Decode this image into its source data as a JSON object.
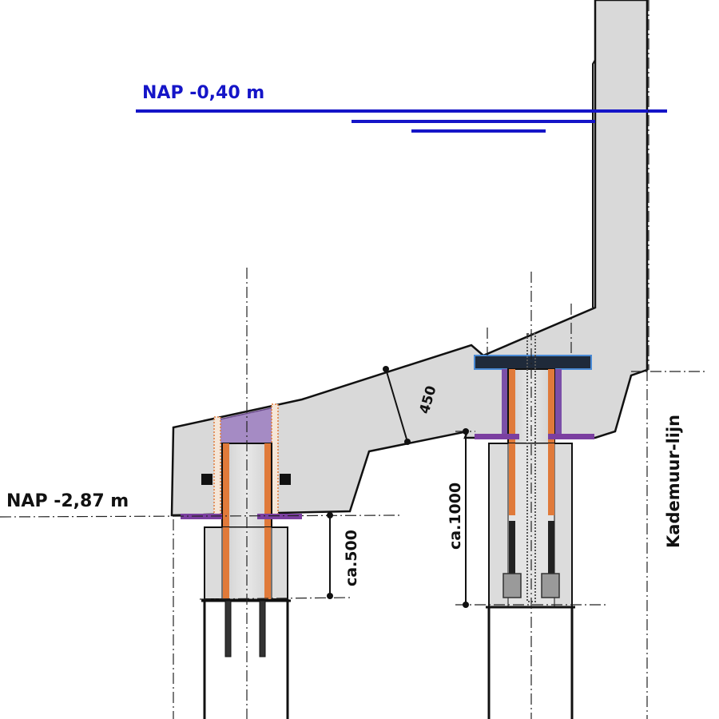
{
  "labels": {
    "water_level": "NAP -0,40 m",
    "base_level": "NAP -2,87 m",
    "thickness": "450",
    "left_depth": "ca.500",
    "right_depth": "ca.1000",
    "quay_line": "Kademuur-lijn"
  },
  "colors": {
    "water": "#1515c8",
    "concrete": "#d9d9d9",
    "outline": "#111111",
    "copper": "#e07a3a",
    "purple": "#7b3fa0",
    "plate": "#1f2a3a"
  }
}
